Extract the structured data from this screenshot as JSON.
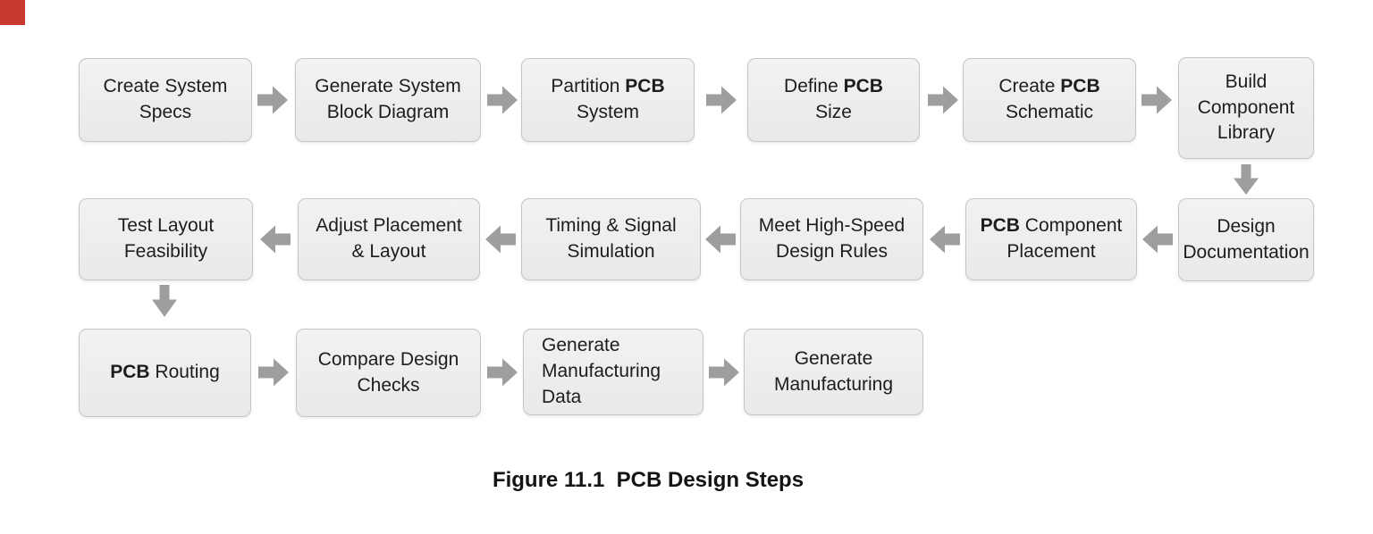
{
  "figure": {
    "caption": "Figure 11.1  PCB Design Steps"
  },
  "corner_marker": {
    "color": "#c63a2f"
  },
  "colors": {
    "box_fill_top": "#f2f2f2",
    "box_fill_bottom": "#e9e9e9",
    "box_border": "#c5c5c5",
    "arrow": "#9e9e9e",
    "text": "#1d1d1d",
    "caption_text": "#141414",
    "corner_marker": "#c63a2f"
  },
  "flowchart": {
    "title": "PCB Design Steps",
    "direction_pattern": "snake (row1 left-to-right, row2 right-to-left, row3 left-to-right)",
    "steps": [
      {
        "id": "create-system-specs",
        "label": "Create System\nSpecs"
      },
      {
        "id": "generate-system-block-diagram",
        "label": "Generate System\nBlock Diagram"
      },
      {
        "id": "partition-pcb-system",
        "label": "Partition **PCB**\nSystem"
      },
      {
        "id": "define-pcb-size",
        "label": "Define **PCB**\nSize"
      },
      {
        "id": "create-pcb-schematic",
        "label": "Create **PCB**\nSchematic"
      },
      {
        "id": "build-component-library",
        "label": "Build\nComponent\nLibrary"
      },
      {
        "id": "design-documentation",
        "label": "Design\nDocumentation"
      },
      {
        "id": "pcb-component-placement",
        "label": "**PCB** Component\nPlacement"
      },
      {
        "id": "meet-high-speed-design-rules",
        "label": "Meet High-Speed\nDesign Rules"
      },
      {
        "id": "timing-signal-simulation",
        "label": "Timing & Signal\nSimulation"
      },
      {
        "id": "adjust-placement-layout",
        "label": "Adjust Placement\n& Layout"
      },
      {
        "id": "test-layout-feasibility",
        "label": "Test Layout\nFeasibility"
      },
      {
        "id": "pcb-routing",
        "label": "**PCB** Routing"
      },
      {
        "id": "compare-design-checks",
        "label": "Compare Design\nChecks"
      },
      {
        "id": "generate-manufacturing-data",
        "label": "Generate\nManufacturing Data"
      },
      {
        "id": "generate-manufacturing",
        "label": "Generate\nManufacturing"
      }
    ]
  }
}
